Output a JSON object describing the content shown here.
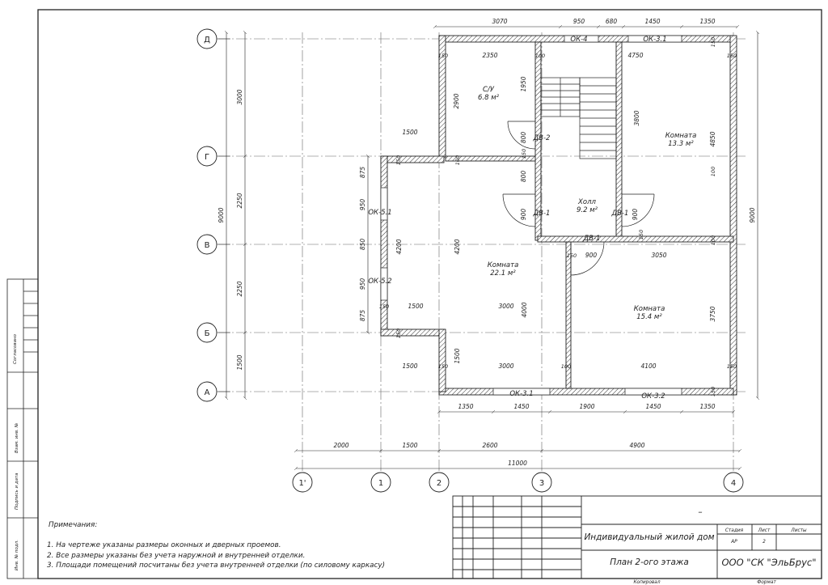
{
  "axes": {
    "rows": [
      "Д",
      "Г",
      "В",
      "Б",
      "А"
    ],
    "cols": [
      "1'",
      "1",
      "2",
      "3",
      "4"
    ]
  },
  "dims": {
    "top": [
      "3070",
      "950",
      "680",
      "1450",
      "1350"
    ],
    "bottom_walls": [
      "1350",
      "1450",
      "1900",
      "1450",
      "1350"
    ],
    "bottom_axes": [
      "2000",
      "1500",
      "2600",
      "4900"
    ],
    "overall": "11000",
    "left_axes": [
      "3000",
      "2250",
      "2250",
      "1500"
    ],
    "left_overall": "9000",
    "right_overall": "9000",
    "left_openings": [
      "875",
      "950",
      "850",
      "950",
      "875"
    ],
    "interior": {
      "su_w": "2350",
      "su_h": "2900",
      "su_100": "100",
      "su_1950": "1950",
      "t150a": "150",
      "t150b": "150",
      "t150c": "150",
      "t150d": "150",
      "t150e": "150",
      "t150f": "150",
      "t150g": "150",
      "t150h": "150",
      "t150i": "150",
      "t150j": "150",
      "t150k": "150",
      "t150l": "150",
      "t100a": "100",
      "t100b": "100",
      "t100c": "100",
      "t100d": "100",
      "k1_w": "4750",
      "k1_h": "3800",
      "k1_4850": "4850",
      "w1500a": "1500",
      "w1500b": "1500",
      "w1500c": "1500",
      "v1500": "1500",
      "h4200a": "4200",
      "h4200b": "4200",
      "h4000": "4000",
      "w3000a": "3000",
      "w3000b": "3000",
      "d800a": "800",
      "d800b": "800",
      "d900a": "900",
      "d900b": "900",
      "w900": "900",
      "w3050": "3050",
      "h3750": "3750",
      "w4100": "4100"
    }
  },
  "rooms": [
    {
      "name": "С/У",
      "area": "6.8 м²"
    },
    {
      "name": "Комнатa",
      "area": "13.3 м²"
    },
    {
      "name": "Холл",
      "area": "9.2 м²"
    },
    {
      "name": "Комнатa",
      "area": "22.1 м²"
    },
    {
      "name": "Комнатa",
      "area": "15.4 м²"
    }
  ],
  "openings": {
    "ok4": "ОК-4",
    "ok31_top": "ОК-3.1",
    "ok51": "ОК-5.1",
    "ok52": "ОК-5.2",
    "ok31_bot": "ОК-3.1",
    "ok32": "ОК-3.2",
    "dv2": "ДВ-2",
    "dv1_a": "ДВ-1",
    "dv1_b": "ДВ-1",
    "dv1_c": "ДВ-1"
  },
  "notes": {
    "title": "Примечания:",
    "items": [
      "1. На чертеже указаны размеры оконных и дверных проемов.",
      "2. Все размеры указаны без учета наружной и внутренней отделки.",
      "3. Площади помещений посчитаны без учета внутренней отделки (по силовому каркасу)"
    ]
  },
  "stamp": {
    "dash": "–",
    "project": "Индивидуальный жилой дом",
    "sheet_title": "План 2-ого этажа",
    "company": "ООО \"СК \"ЭльБрус\"",
    "stage_label": "Стадия",
    "stage": "АР",
    "sheet_label": "Лист",
    "sheet": "2",
    "sheets_label": "Листы",
    "sheets": "",
    "copied": "Копировал",
    "format": "Формат"
  },
  "sidebar": {
    "r1": "Инв. № подл.",
    "r2": "Подпись и дата",
    "r3": "Взам. инв. №",
    "r4": "Согласовано"
  }
}
